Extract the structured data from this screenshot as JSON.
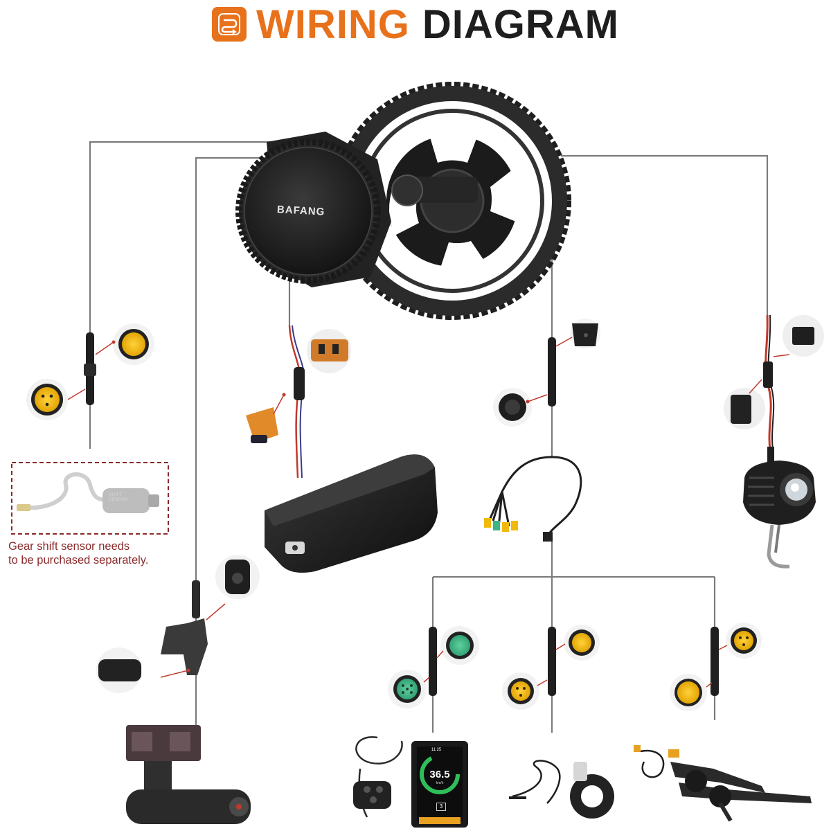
{
  "header": {
    "icon": "route-icon",
    "title_word1": "WIRING",
    "title_word2": "DIAGRAM",
    "accent_color": "#e8711b"
  },
  "motor": {
    "brand": "BAFANG"
  },
  "shift_sensor": {
    "label_line1": "SHIFT",
    "label_line2": "SENSOR",
    "note_line1": "Gear shift sensor needs",
    "note_line2": "to be purchased separately."
  },
  "display": {
    "time": "11:25",
    "speed": "36.5",
    "unit": "km/h",
    "gear": "3"
  },
  "colors": {
    "wire": "#7b7b7b",
    "callout": "#c0392b",
    "note_text": "#8a2a2a",
    "connector_yellow": "#f1b90b",
    "connector_green": "#3fb483"
  }
}
